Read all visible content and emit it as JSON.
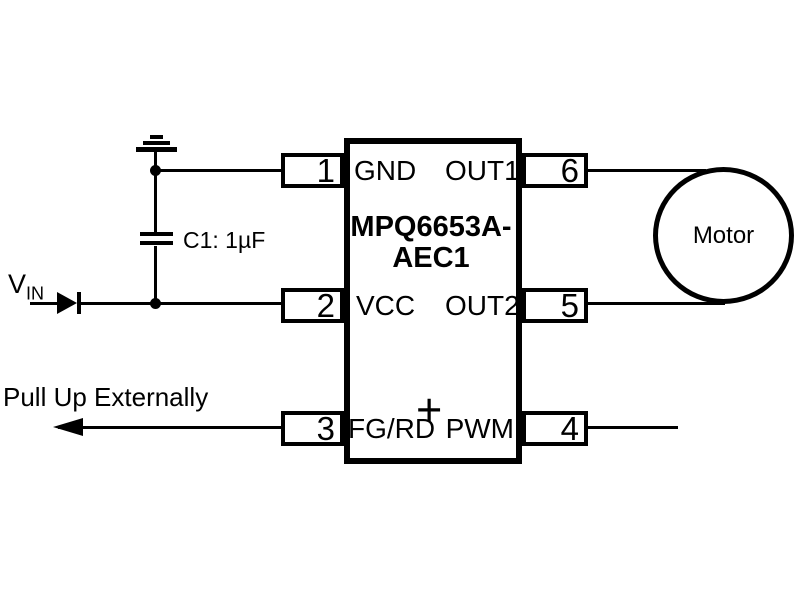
{
  "diagram": {
    "ic": {
      "name_line1": "MPQ6653A-",
      "name_line2": "AEC1",
      "plus_symbol": "+"
    },
    "pins": [
      {
        "number": "1",
        "label": "GND"
      },
      {
        "number": "2",
        "label": "VCC"
      },
      {
        "number": "3",
        "label": "FG/RD"
      },
      {
        "number": "4",
        "label": "PWM"
      },
      {
        "number": "5",
        "label": "OUT2"
      },
      {
        "number": "6",
        "label": "OUT1"
      }
    ],
    "labels": {
      "vin_main": "V",
      "vin_sub": "IN",
      "capacitor": "C1: 1µF",
      "pullup": "Pull Up Externally",
      "motor": "Motor"
    },
    "colors": {
      "line": "#000000",
      "background": "#ffffff"
    }
  }
}
